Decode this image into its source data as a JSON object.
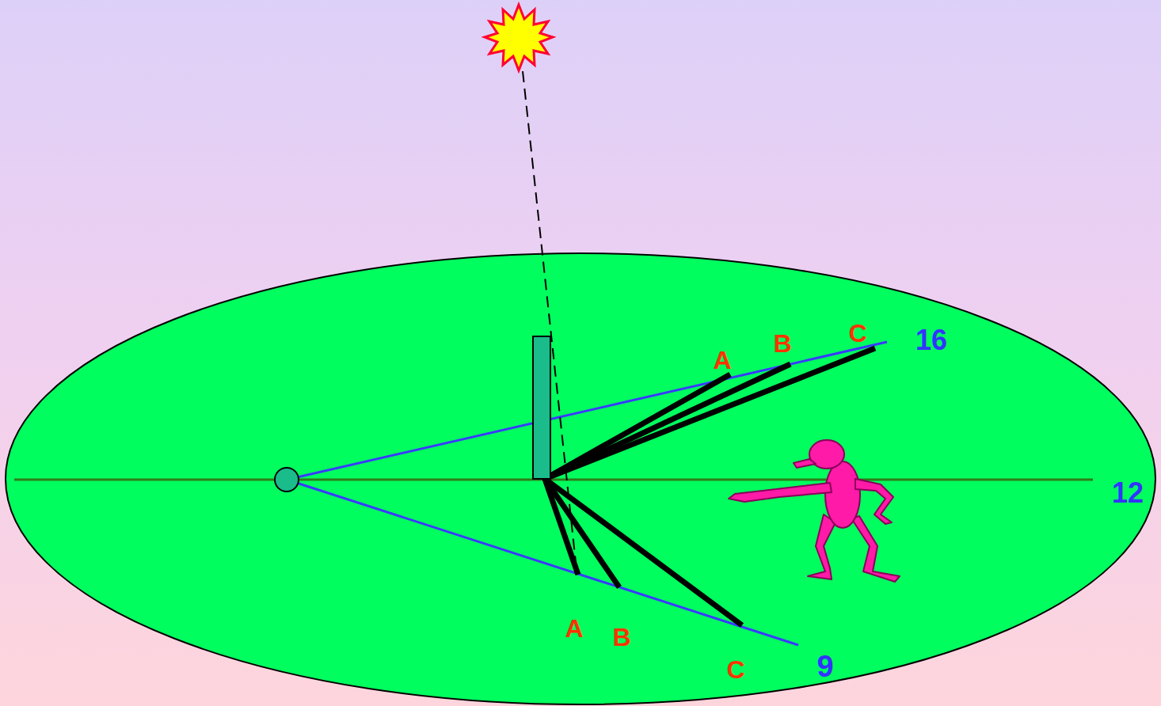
{
  "diagram": {
    "labels": [
      "A",
      "B",
      "C",
      "16",
      "12",
      "A",
      "B",
      "C",
      "9"
    ]
  }
}
